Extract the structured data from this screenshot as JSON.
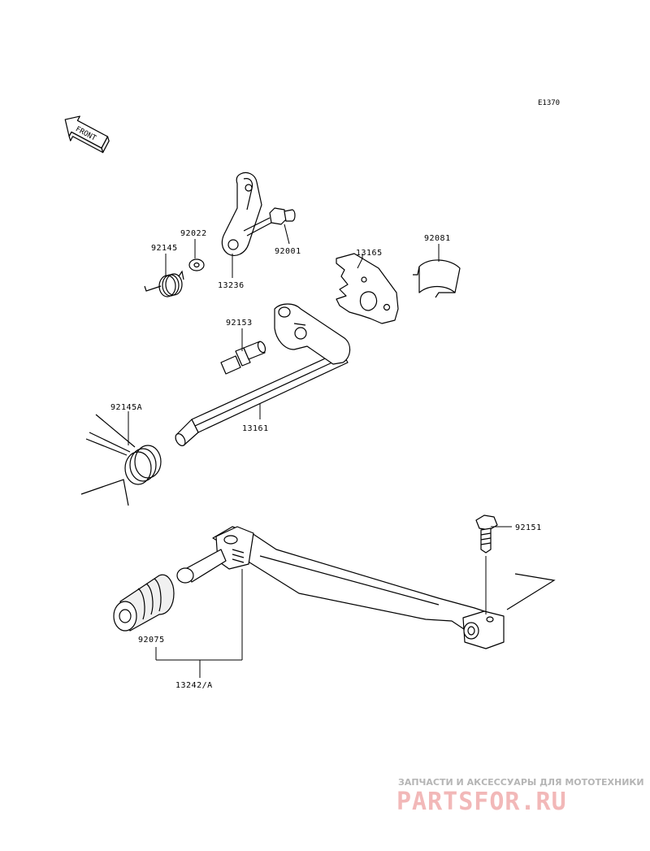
{
  "diagram": {
    "code": "E1370",
    "front_label": "FRONT",
    "parts": {
      "p92022": "92022",
      "p92145": "92145",
      "p13236": "13236",
      "p92001": "92001",
      "p13165": "13165",
      "p92081": "92081",
      "p92153": "92153",
      "p92145A": "92145A",
      "p13161": "13161",
      "p92151": "92151",
      "p92075": "92075",
      "p13242A": "13242/A"
    }
  },
  "watermark": {
    "tagline": "ЗАПЧАСТИ И АКСЕССУАРЫ ДЛЯ МОТОТЕХНИКИ",
    "logo": "PARTSFOR.RU",
    "color": "#f2b8b8"
  }
}
